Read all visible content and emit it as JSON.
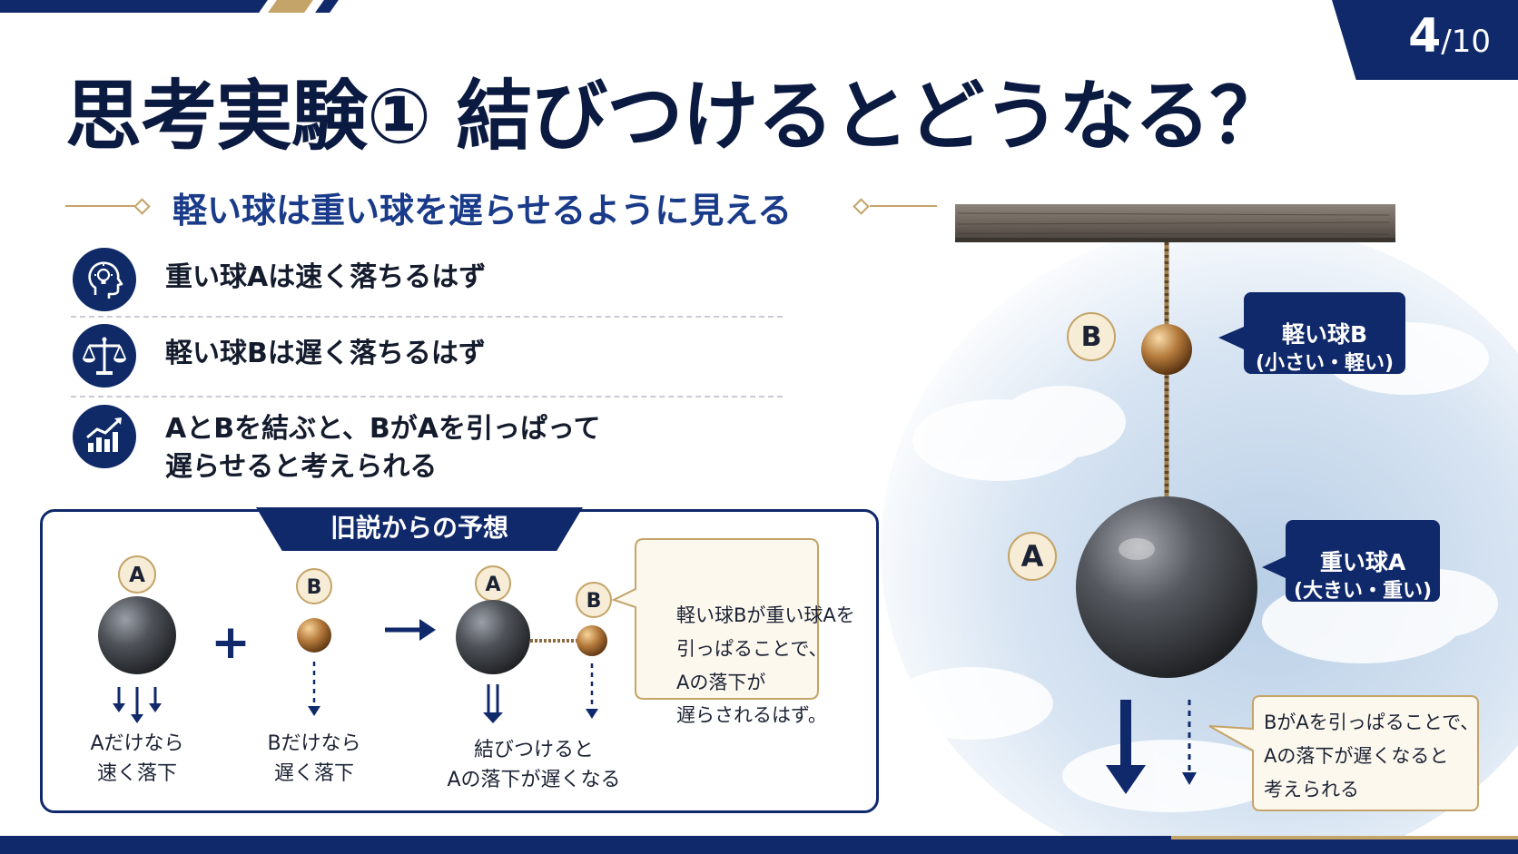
{
  "page": {
    "current": "4",
    "total": "/10"
  },
  "title": "思考実験① 結びつけるとどうなる？",
  "subtitle": "軽い球は重い球を遅らせるように見える",
  "bullets": [
    {
      "icon": "lightbulb-head-icon",
      "lines": [
        "重い球Aは速く落ちるはず"
      ]
    },
    {
      "icon": "balance-scale-icon",
      "lines": [
        "軽い球Bは遅く落ちるはず"
      ]
    },
    {
      "icon": "rising-chart-icon",
      "lines": [
        "AとBを結ぶと、BがAを引っぱって",
        "遅らせると考えられる"
      ]
    }
  ],
  "box": {
    "title": "旧説からの予想",
    "badge_a": "A",
    "badge_b": "B",
    "plus": "+",
    "captions": [
      {
        "lines": [
          "Aだけなら",
          "速く落下"
        ]
      },
      {
        "lines": [
          "Bだけなら",
          "遅く落下"
        ]
      },
      {
        "lines": [
          "結びつけると",
          "Aの落下が遅くなる"
        ]
      }
    ],
    "callout": [
      "軽い球Bが重い球Aを",
      "引っぱることで、",
      "Aの落下が",
      "遅らされるはず。"
    ]
  },
  "illustration": {
    "badge_b": "B",
    "badge_a": "A",
    "label_b": {
      "line1": "軽い球B",
      "line2": "(小さい・軽い)"
    },
    "label_a": {
      "line1": "重い球A",
      "line2": "(大きい・重い)"
    },
    "callout": [
      "BがAを引っぱることで、",
      "Aの落下が遅くなると",
      "考えられる"
    ]
  },
  "colors": {
    "navy": "#10296b",
    "gold": "#c4a468",
    "blue_text": "#1a3b8a"
  }
}
